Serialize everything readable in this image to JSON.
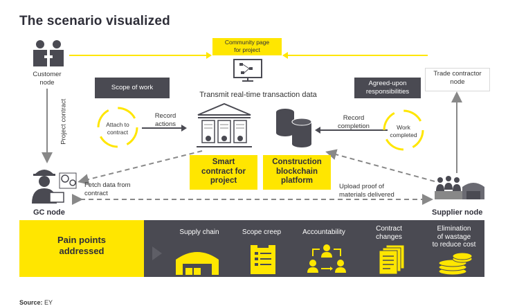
{
  "title": "The scenario visualized",
  "community_page": "Community page\nfor project",
  "customer_node": "Customer\nnode",
  "trade_contractor_node": "Trade contractor\nnode",
  "scope_of_work": "Scope of work",
  "agreed_upon": "Agreed-upon\nresponsibilities",
  "transmit": "Transmit real-time transaction data",
  "project_contract": "Project contract",
  "attach_to_contract": "Attach to\ncontract",
  "record_actions": "Record\nactions",
  "record_completion": "Record\ncompletion",
  "work_completed": "Work\ncompleted",
  "smart_contract": "Smart\ncontract for\nproject",
  "construction_blockchain": "Construction\nblockchain\nplatform",
  "fetch_data": "Fetch data from\ncontract",
  "upload_proof": "Upload proof of\nmaterials delivered",
  "gc_node": "GC node",
  "supplier_node": "Supplier node",
  "pain_points": "Pain points\naddressed",
  "pain_items": [
    {
      "label": "Supply chain",
      "icon": "warehouse-icon"
    },
    {
      "label": "Scope creep",
      "icon": "clipboard-icon"
    },
    {
      "label": "Accountability",
      "icon": "people-arrows-icon"
    },
    {
      "label": "Contract\nchanges",
      "icon": "documents-icon"
    },
    {
      "label": "Elimination\nof wastage\nto reduce cost",
      "icon": "coins-icon"
    }
  ],
  "source_label": "Source:",
  "source_value": "EY",
  "colors": {
    "yellow": "#ffe600",
    "dark": "#4a4a52",
    "text": "#2e2e38",
    "gray": "#888888"
  }
}
